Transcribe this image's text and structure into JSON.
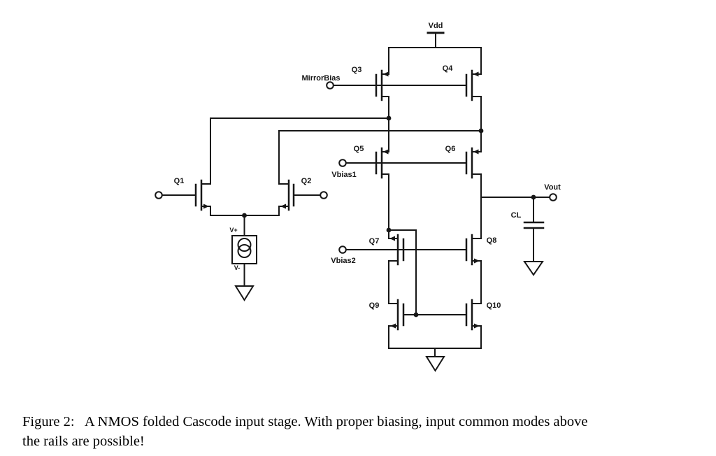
{
  "figure": {
    "caption_line1": "Figure 2:   A NMOS folded Cascode input stage. With proper biasing, input common modes above",
    "caption_line2": "the rails are possible!"
  },
  "schematic": {
    "power": {
      "vdd": "Vdd"
    },
    "terminals": {
      "mirror_bias": "MirrorBias",
      "vbias1": "Vbias1",
      "vbias2": "Vbias2",
      "vout": "Vout"
    },
    "transistors": {
      "q1": "Q1",
      "q2": "Q2",
      "q3": "Q3",
      "q4": "Q4",
      "q5": "Q5",
      "q6": "Q6",
      "q7": "Q7",
      "q8": "Q8",
      "q9": "Q9",
      "q10": "Q10"
    },
    "capacitor": {
      "label": "CL"
    },
    "current_source": {
      "vplus": "V+",
      "vminus": "V-"
    }
  }
}
